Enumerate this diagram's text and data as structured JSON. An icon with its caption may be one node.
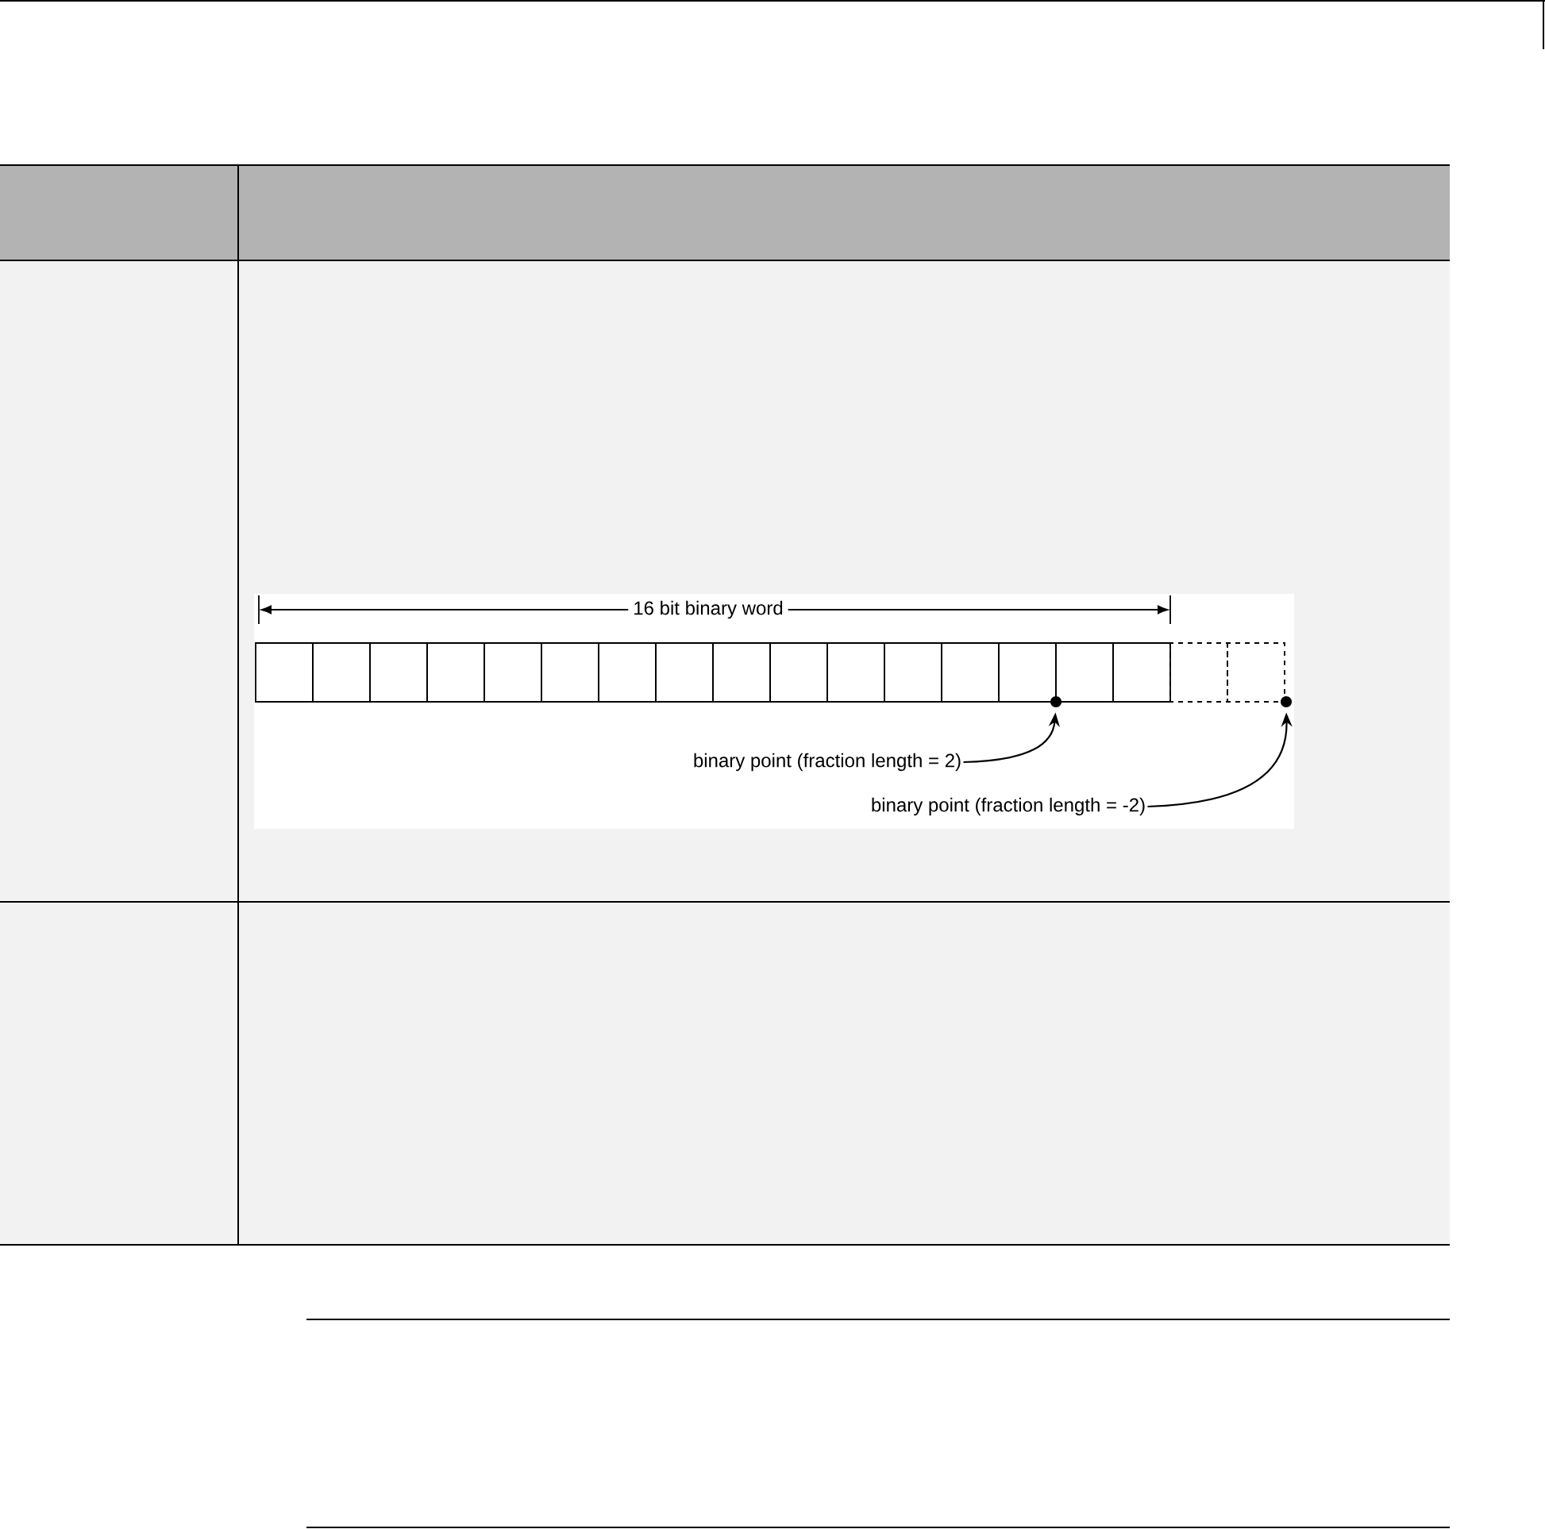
{
  "diagram": {
    "nodes": [
      {
        "text": [
          "binary point (fraction length = 2)"
        ]
      },
      {
        "text": [],
        "shape": "dot"
      },
      {
        "text": [
          "binary point (fraction length = -2)"
        ]
      },
      {
        "text": [],
        "shape": "dot"
      }
    ],
    "edges": [
      {
        "from": 0,
        "to": 1,
        "arrow": "to"
      },
      {
        "from": 2,
        "to": 3,
        "arrow": "to"
      }
    ],
    "labels": [
      "16 bit binary word"
    ]
  }
}
